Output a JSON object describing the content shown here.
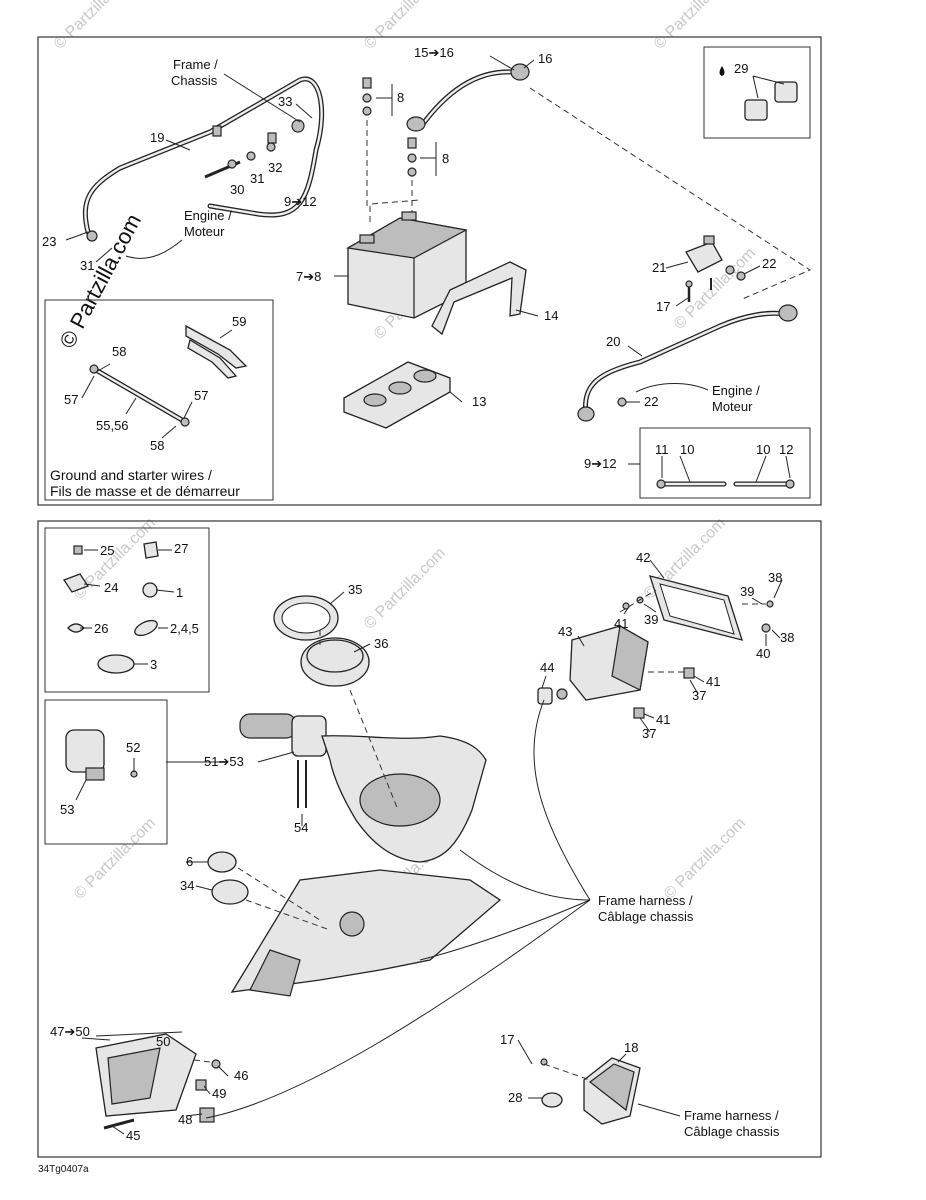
{
  "watermark": {
    "text": "© Partzilla.com",
    "side_text": "© Partzilla.com"
  },
  "top": {
    "frame_chassis": [
      "Frame /",
      "Chassis"
    ],
    "engine_moteur_1": [
      "Engine /",
      "Moteur"
    ],
    "engine_moteur_2": [
      "Engine /",
      "Moteur"
    ],
    "ground_box_caption": [
      "Ground and starter wires /",
      "Fils de masse et de démarreur"
    ],
    "callouts": {
      "c15_16": "15➔16",
      "c16": "16",
      "c29": "29",
      "c8a": "8",
      "c8b": "8",
      "c33": "33",
      "c19": "19",
      "c32": "32",
      "c31a": "31",
      "c30": "30",
      "c9_12a": "9➔12",
      "c23": "23",
      "c31b": "31",
      "c7_8": "7➔8",
      "c21": "21",
      "c22a": "22",
      "c17": "17",
      "c14": "14",
      "c59": "59",
      "c58a": "58",
      "c57a": "57",
      "c55_56": "55,56",
      "c57b": "57",
      "c58b": "58",
      "c13": "13",
      "c20": "20",
      "c22b": "22",
      "c9_12b": "9➔12",
      "c11": "11",
      "c10a": "10",
      "c10b": "10",
      "c12": "12"
    }
  },
  "bottom": {
    "frame_harness_1": [
      "Frame harness /",
      "Câblage chassis"
    ],
    "frame_harness_2": [
      "Frame harness /",
      "Câblage chassis"
    ],
    "callouts": {
      "c25": "25",
      "c27": "27",
      "c24": "24",
      "c1": "1",
      "c26": "26",
      "c2_4_5": "2,4,5",
      "c3": "3",
      "c35": "35",
      "c36": "36",
      "c42": "42",
      "c38a": "38",
      "c39a": "39",
      "c41a": "41",
      "c39b": "39",
      "c43": "43",
      "c38b": "38",
      "c40": "40",
      "c41b": "41",
      "c44": "44",
      "c37a": "37",
      "c41c": "41",
      "c37b": "37",
      "c52": "52",
      "c51_53": "51➔53",
      "c53": "53",
      "c54": "54",
      "c6": "6",
      "c34": "34",
      "c47_50": "47➔50",
      "c50": "50",
      "c46": "46",
      "c49": "49",
      "c48": "48",
      "c45": "45",
      "c17": "17",
      "c18": "18",
      "c28": "28"
    }
  },
  "footer_code": "34Tg0407a"
}
